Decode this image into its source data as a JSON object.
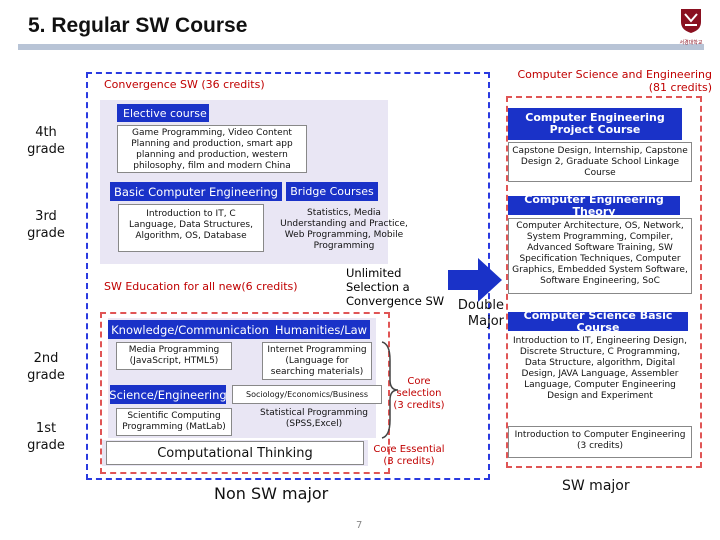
{
  "page": {
    "title": "5. Regular SW Course",
    "number": "7",
    "logo_caption": "서경대학교"
  },
  "grades": {
    "g4": "4th grade",
    "g3": "3rd grade",
    "g2": "2nd grade",
    "g1": "1st grade"
  },
  "left": {
    "header": "Convergence SW (36 credits)",
    "elective_label": "Elective course",
    "elective_text": "Game Programming, Video Content Planning and production, smart app planning and production, western philosophy, film and modern China",
    "basic_label": "Basic Computer Engineering",
    "basic_text": "Introduction to IT, C Language, Data Structures, Algorithm, OS, Database",
    "bridge_label": "Bridge Courses",
    "bridge_text": "Statistics, Media Understanding and Practice, Web Programming, Mobile Programming",
    "sw_education": "SW Education for all new(6 credits)",
    "knowledge_label": "Knowledge/Communication",
    "knowledge_text": "Media Programming (JavaScript, HTML5)",
    "humanities_label": "Humanities/Law",
    "humanities_text": "Internet Programming (Language for searching materials)",
    "science_label": "Science/Engineering",
    "science_text": "Scientific Computing Programming (MatLab)",
    "sociology_label": "Sociology/Economics/Business",
    "sociology_text": "Statistical Programming (SPSS,Excel)",
    "core_selection": "Core selection (3 credits)",
    "core_essential": "Core Essential (3 credits)",
    "computational": "Computational Thinking",
    "non_sw_major": "Non SW major"
  },
  "middle": {
    "unlimited": "Unlimited Selection a Convergence SW",
    "double_major": "Double Major"
  },
  "right": {
    "header": "Computer Science and Engineering (81 credits)",
    "project_label": "Computer Engineering Project Course",
    "project_text": "Capstone Design, Internship, Capstone Design 2, Graduate School Linkage Course",
    "theory_label": "Computer Engineering Theory",
    "theory_text": "Computer Architecture, OS, Network, System Programming, Compiler, Advanced Software Training, SW Specification Techniques, Computer Graphics, Embedded System Software, Software Engineering, SoC",
    "basic_label": "Computer Science Basic Course",
    "basic_text": "Introduction to IT, Engineering Design, Discrete Structure, C Programming, Data Structure, algorithm, Digital Design, JAVA Language, Assembler Language, Computer Engineering Design and Experiment",
    "intro_text": "Introduction to Computer Engineering (3 credits)",
    "sw_major": "SW major"
  },
  "colors": {
    "blue_header": "#1a32c8",
    "dashed_blue": "#2a3ae0",
    "dashed_red": "#e05555",
    "label_red": "#c00000",
    "light_fill": "#e9e6f4"
  }
}
